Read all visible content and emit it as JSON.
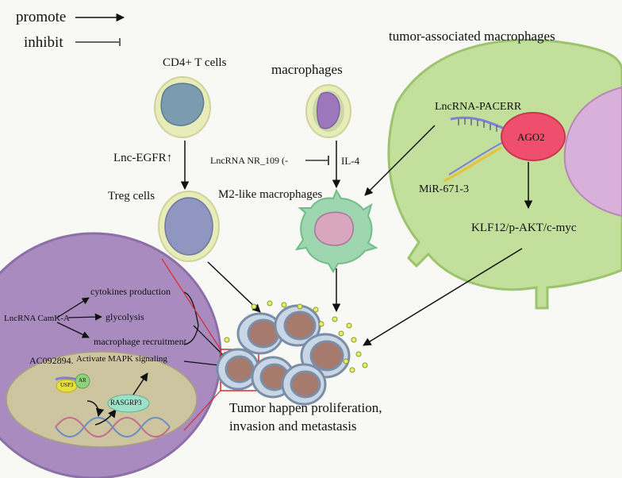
{
  "legend": {
    "promote": "promote",
    "inhibit": "inhibit"
  },
  "tam": {
    "title": "tumor-associated macrophages",
    "lnc": "LncRNA-PACERR",
    "ago2": "AGO2",
    "mir": "MiR-671-3",
    "pathway": "KLF12/p-AKT/c-myc"
  },
  "tcell": {
    "label": "CD4+ T cells",
    "lnc": "Lnc-EGFR↑",
    "treg": "Treg cells"
  },
  "macro": {
    "label": "macrophages",
    "lnc": "LncRNA NR_109 (-",
    "il4": "IL-4",
    "m2": "M2-like macrophages"
  },
  "tumor_cell": {
    "lnc_camk": "LncRNA CamK-A",
    "cytokines": "cytokines production",
    "glycolysis": "glycolysis",
    "recruit": "macrophage recruitment",
    "ac": "AC092894.",
    "mapk": "Activate MAPK signaling",
    "usp3": "USP3",
    "ar": "AR",
    "rasgrp3": "RASGRP3"
  },
  "outcome": {
    "line1": "Tumor happen proliferation,",
    "line2": "invasion and metastasis"
  },
  "colors": {
    "tam_cell": "#c3df9c",
    "nucleus_pink": "#d9b0d9",
    "ago2": "#ef4f6d",
    "tumor_cell": "#a98bc0",
    "tumor_nucleus": "#cdc5a0",
    "tumor_mass": "#a67a6c",
    "m2_cell": "#9ed6b0",
    "treg": "#8f96c0",
    "cd4": "#7a9bb0",
    "macro_nucleus": "#9c77bb"
  }
}
